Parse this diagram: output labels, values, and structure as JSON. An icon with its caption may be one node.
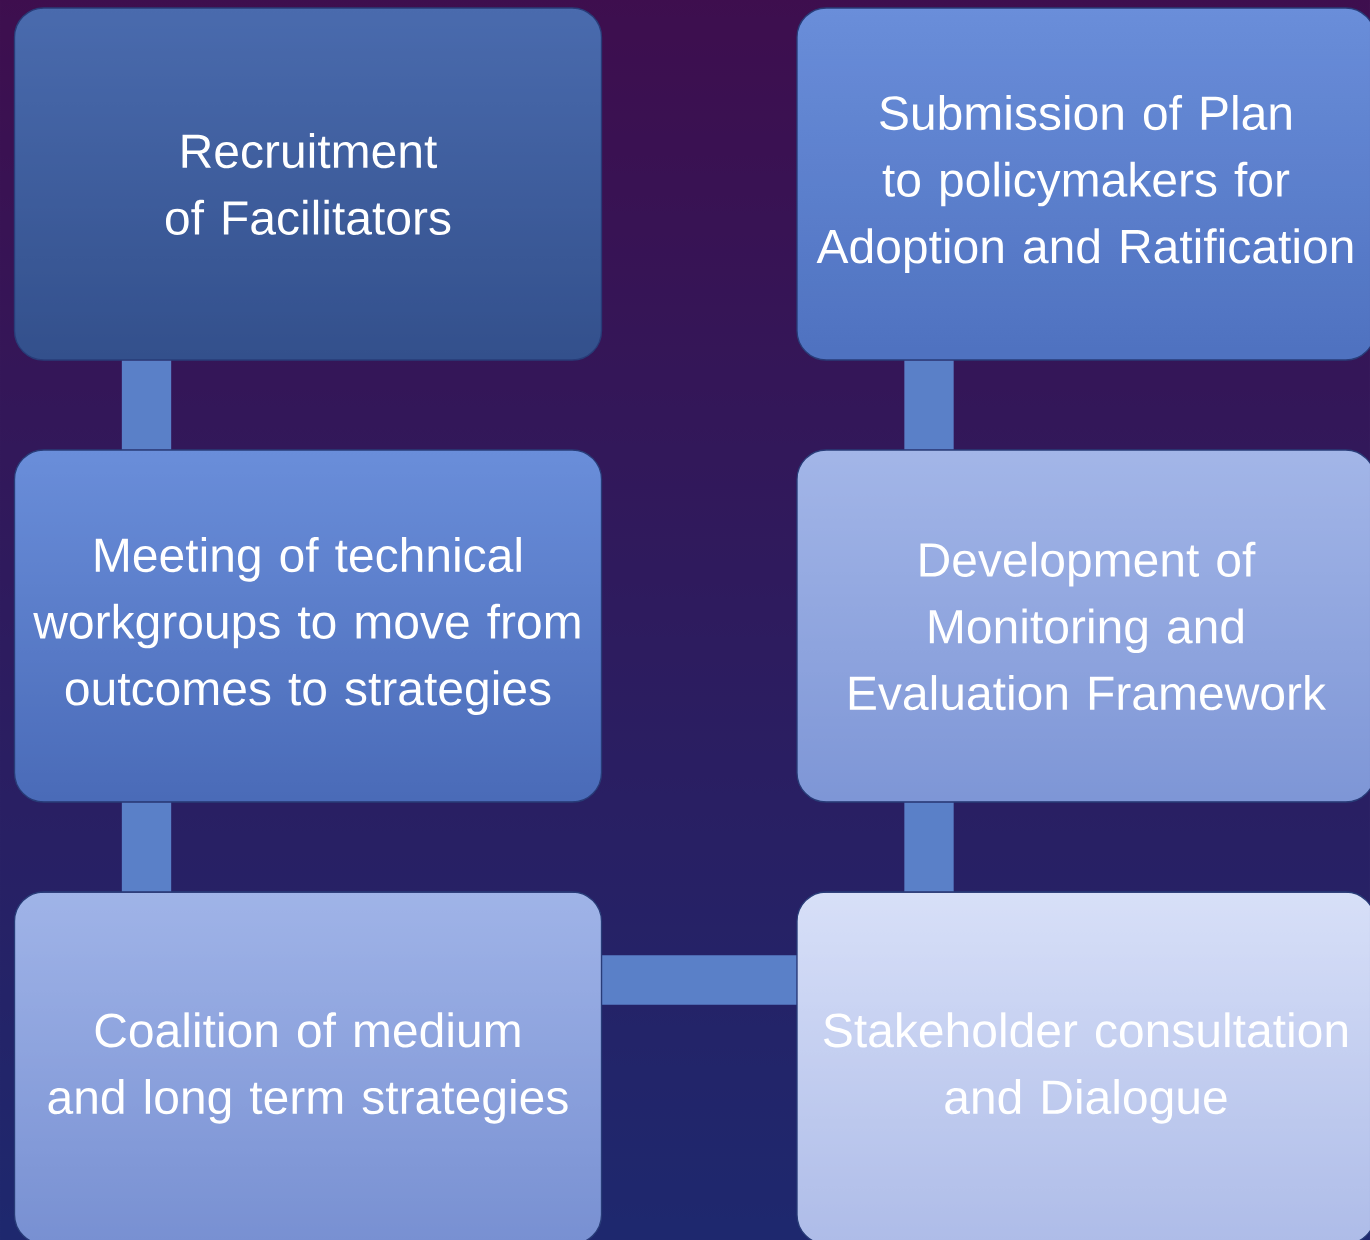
{
  "diagram": {
    "nodes": [
      {
        "text": [
          "Recruitment of Facilitators"
        ]
      },
      {
        "text": [
          "Submission of Plan to policymakers for Adoption and Ratification"
        ]
      },
      {
        "text": [
          "Meeting of technical workgroups to move from outcomes to strategies"
        ]
      },
      {
        "text": [
          "Development of Monitoring and Evaluation Framework"
        ]
      },
      {
        "text": [
          "Coalition of medium and long term strategies"
        ]
      },
      {
        "text": [
          "Stakeholder consultation and Dialogue"
        ]
      }
    ],
    "edges": [
      {
        "from": 0,
        "to": 2,
        "arrow": "none"
      },
      {
        "from": 2,
        "to": 4,
        "arrow": "none"
      },
      {
        "from": 4,
        "to": 5,
        "arrow": "none"
      },
      {
        "from": 5,
        "to": 3,
        "arrow": "none"
      },
      {
        "from": 3,
        "to": 1,
        "arrow": "none"
      }
    ]
  }
}
